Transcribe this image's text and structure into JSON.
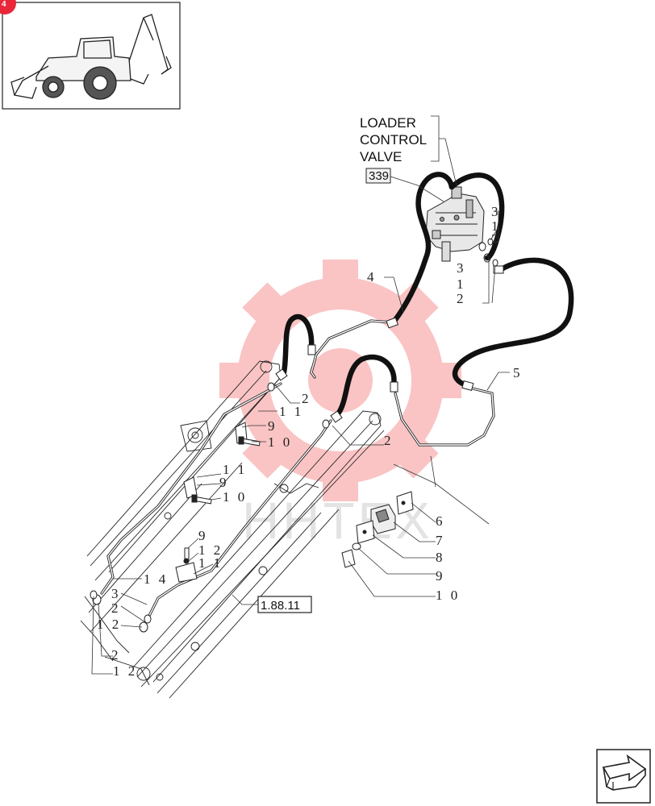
{
  "page_marker": "4",
  "valve": {
    "title_lines": [
      "LOADER",
      "CONTROL",
      "VALVE"
    ],
    "ref_number": "339"
  },
  "page_reference": "1.88.11",
  "watermark": "HHTEX",
  "colors": {
    "watermark_red": "#f04a4a",
    "marker_red": "#e8273a",
    "ink": "#111111"
  },
  "callouts": {
    "c_valve_3": "3",
    "c_valve_1": "1",
    "c_valve_2": "2",
    "c_valve_3b": "3",
    "c_valve_1b": "1",
    "c_valve_2b": "2",
    "c_4": "4",
    "c_5": "5",
    "c_2_upper": "2",
    "c_11_upper": "1 1",
    "c_9_upper": "9",
    "c_10_upper": "1 0",
    "c_2_mid": "2",
    "c_11_mid": "1 1",
    "c_9_mid": "9",
    "c_10_mid": "1 0",
    "c_9_low": "9",
    "c_12_low": "1 2",
    "c_11_low": "1 1",
    "c_14": "1 4",
    "c_3_low": "3",
    "c_2_low": "2",
    "c_12_left": "1 2",
    "c_2_bottom": "2",
    "c_12_bottom": "1 2",
    "c_6": "6",
    "c_7": "7",
    "c_8": "8",
    "c_9_clamp": "9",
    "c_10_clamp": "1 0"
  },
  "icons": {
    "thumbnail": "backhoe-loader-icon",
    "next_page": "next-page-arrow-icon",
    "watermark": "gear-watermark-icon"
  }
}
